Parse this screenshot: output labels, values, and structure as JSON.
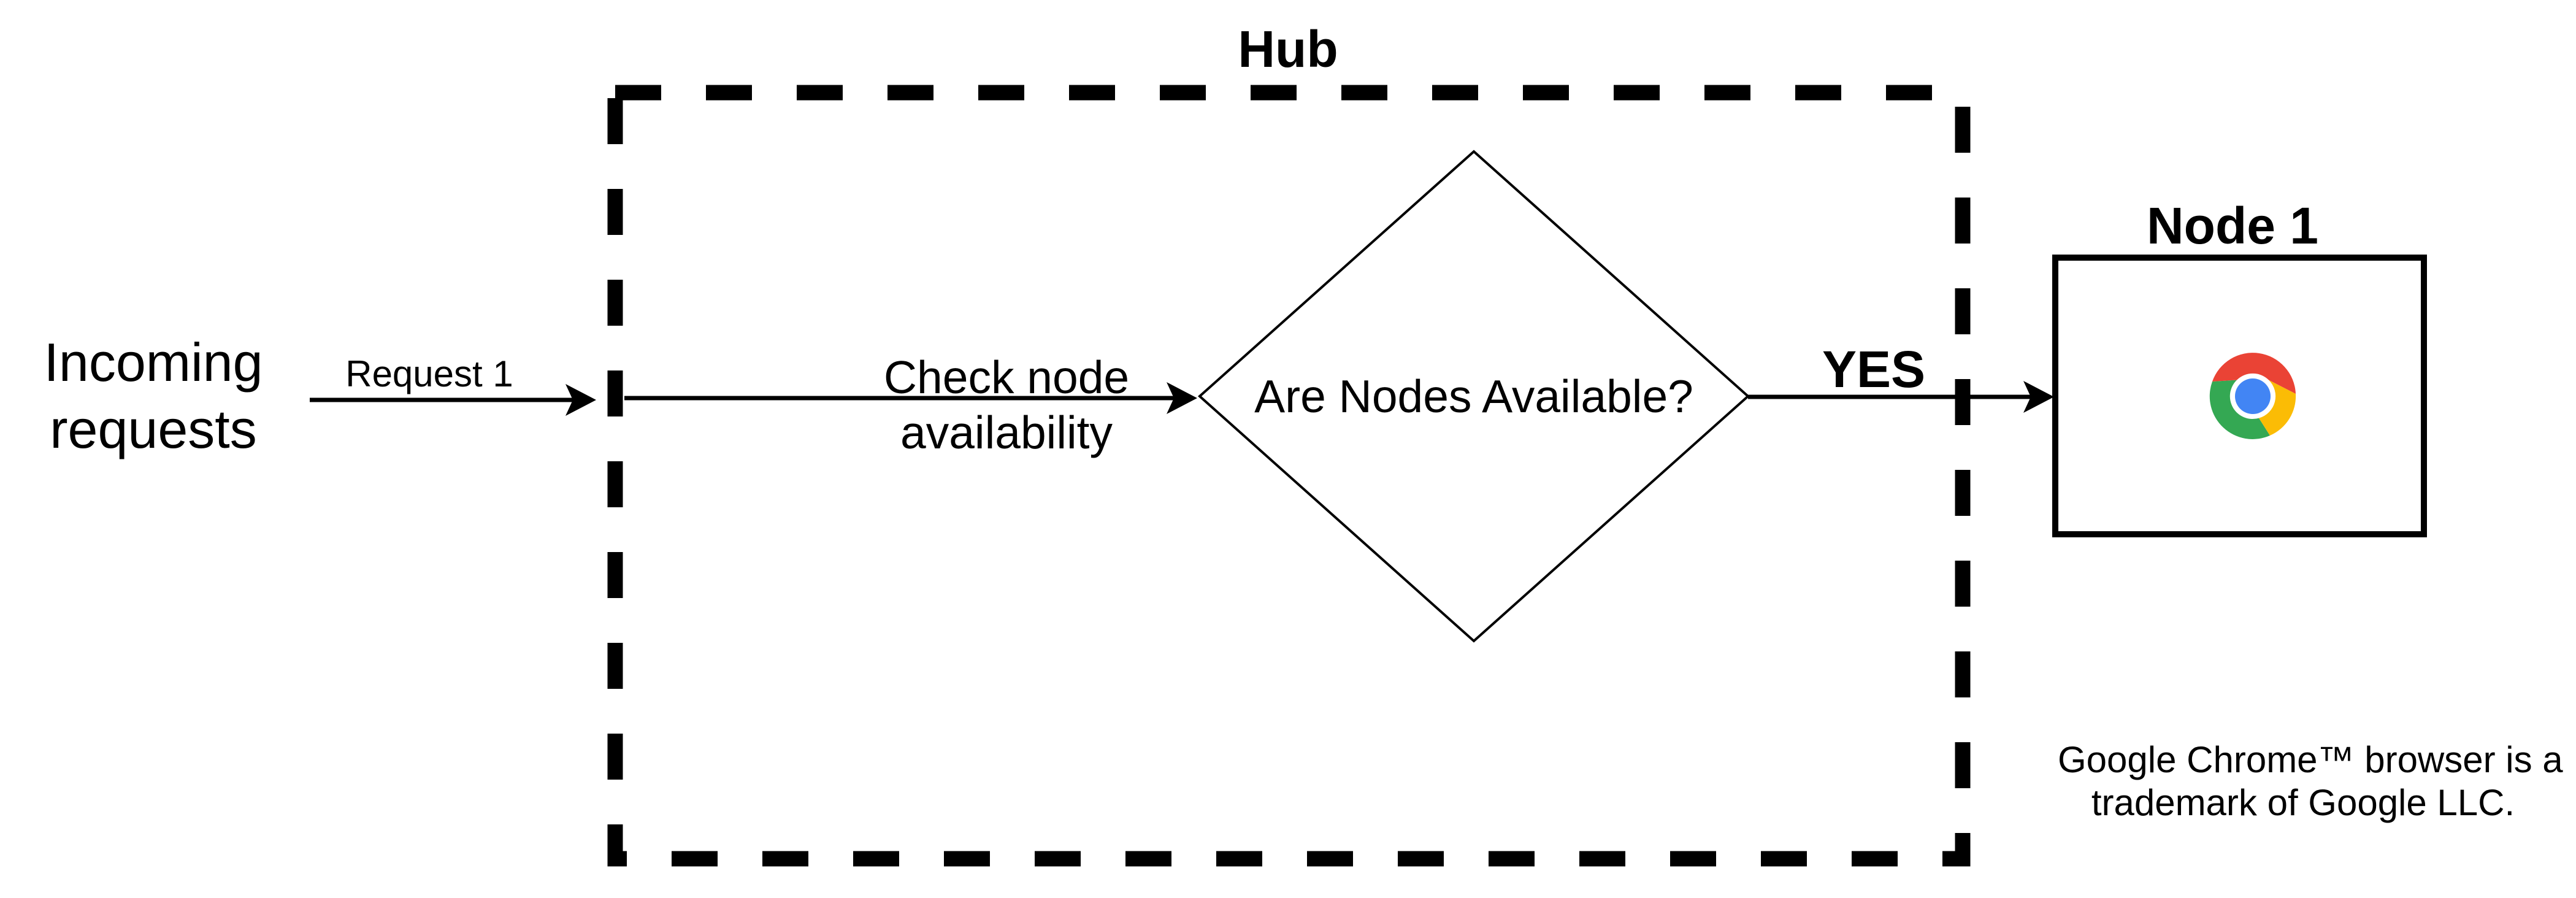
{
  "diagram": {
    "type": "flowchart",
    "background": "#ffffff",
    "flow": {
      "source": "Incoming requests",
      "container": "Hub",
      "decision": "Are Nodes Available?",
      "target": "Node 1",
      "edges": [
        {
          "from": "Incoming requests",
          "to": "Hub",
          "label": "Request 1"
        },
        {
          "from": "Hub",
          "to": "Are Nodes Available?",
          "label": "Check node availability"
        },
        {
          "from": "Are Nodes Available?",
          "to": "Node 1",
          "label": "YES"
        }
      ]
    }
  },
  "labels": {
    "incoming": {
      "lines": [
        "Incoming",
        "requests"
      ]
    },
    "request1": "Request 1",
    "hub": "Hub",
    "check_node": {
      "lines": [
        "Check node",
        "availability"
      ]
    },
    "decision": "Are Nodes Available?",
    "yes": "YES",
    "node1": "Node 1",
    "trademark": {
      "lines": [
        "Google Chrome™ browser is a",
        "trademark of Google LLC."
      ]
    }
  },
  "node1": {
    "title": "Node 1",
    "icon": "chrome-browser-icon"
  },
  "colors": {
    "line": "#000000",
    "background": "#ffffff",
    "chrome_red": "#EA4335",
    "chrome_yellow": "#FBBC05",
    "chrome_green": "#34A853",
    "chrome_blue": "#4285F4",
    "chrome_ring": "#ffffff"
  }
}
